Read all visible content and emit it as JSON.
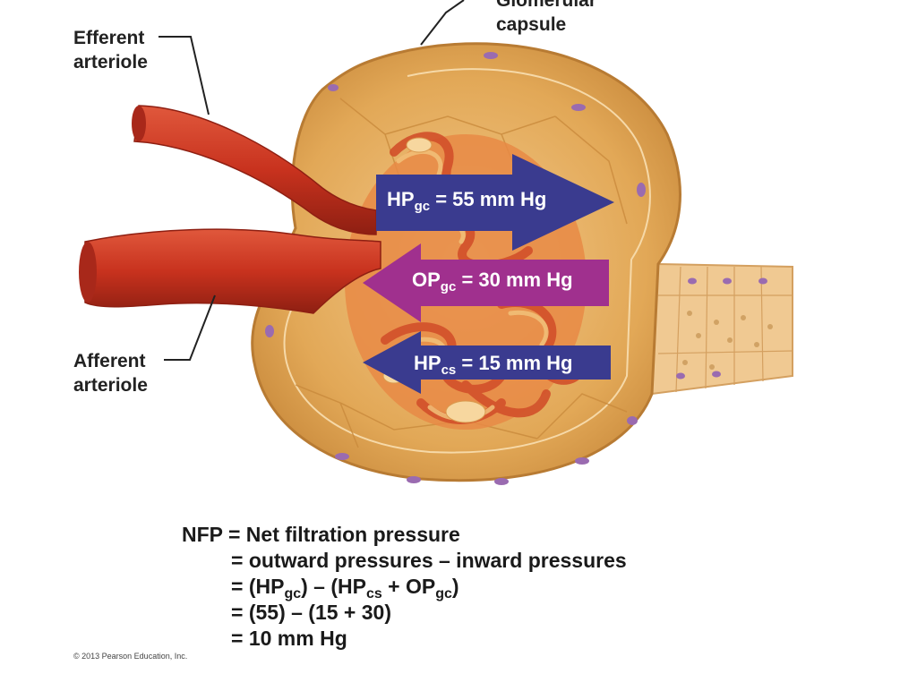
{
  "labels": {
    "capsule_line1": "Glomerular",
    "capsule_line2": "capsule",
    "efferent_line1": "Efferent",
    "efferent_line2": "arteriole",
    "afferent_line1": "Afferent",
    "afferent_line2": "arteriole"
  },
  "pressures": {
    "hp_gc": {
      "prefix": "HP",
      "sub": "gc",
      "value": "= 55 mm Hg"
    },
    "op_gc": {
      "prefix": "OP",
      "sub": "gc",
      "value": "= 30 mm Hg"
    },
    "hp_cs": {
      "prefix": "HP",
      "sub": "cs",
      "value": "= 15 mm Hg"
    }
  },
  "equation": {
    "line1": "NFP = Net filtration pressure",
    "line2": "= outward pressures – inward pressures",
    "line3": {
      "a": "= (HP",
      "a_sub": "gc",
      "b": ") – (HP",
      "b_sub": "cs",
      "c": " + OP",
      "c_sub": "gc",
      "d": ")"
    },
    "line4": "= (55) – (15 + 30)",
    "line5": "= 10 mm Hg"
  },
  "copyright": "© 2013 Pearson Education, Inc.",
  "colors": {
    "capsule": "#e8b46a",
    "capsule_dark": "#c98a3c",
    "vessel": "#c8321e",
    "arrow_blue": "#3a3b8f",
    "arrow_magenta": "#a0308e"
  }
}
